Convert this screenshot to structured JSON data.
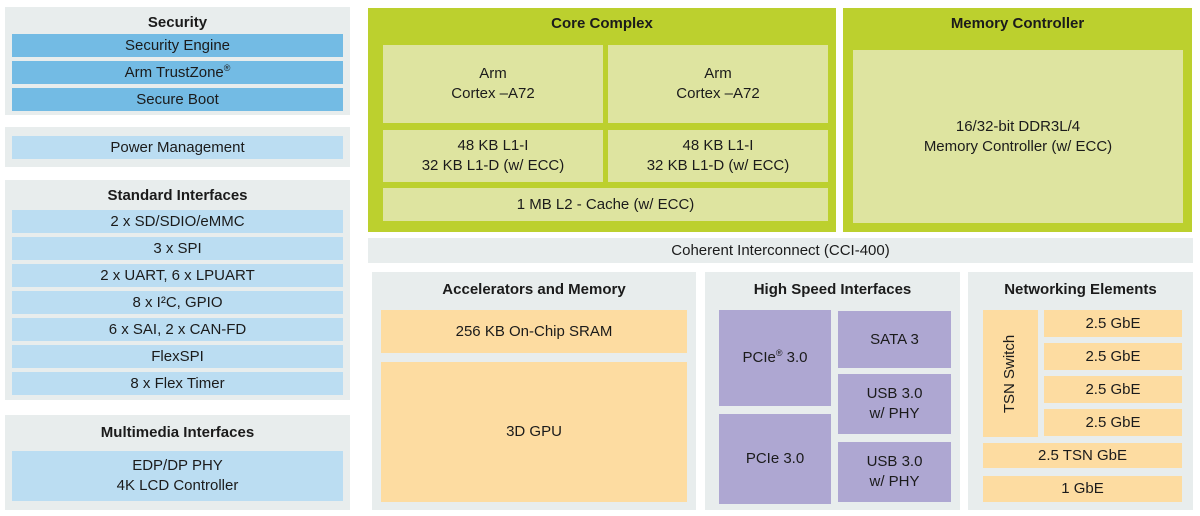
{
  "colors": {
    "panel": "#e8eded",
    "blue": "#73bbe4",
    "lblue": "#bbddf2",
    "green": "#bcd02e",
    "pgreen": "#dee4a0",
    "orange": "#fddca1",
    "purple": "#aea7d2",
    "ink": "#1b1b1b"
  },
  "security": {
    "title": "Security",
    "engine": "Security Engine",
    "trustzone": "Arm TrustZone",
    "trustzone_sup": "®",
    "secure_boot": "Secure Boot"
  },
  "power": {
    "label": "Power Management"
  },
  "standard": {
    "title": "Standard Interfaces",
    "items": [
      "2 x SD/SDIO/eMMC",
      "3 x SPI",
      "2 x UART, 6 x LPUART",
      "8 x I²C, GPIO",
      "6 x SAI, 2 x CAN-FD",
      "FlexSPI",
      "8 x Flex Timer"
    ]
  },
  "multimedia": {
    "title": "Multimedia Interfaces",
    "phy_lcd": "EDP/DP PHY\n4K LCD Controller"
  },
  "core_complex": {
    "title": "Core Complex",
    "cpu": "Arm\nCortex –A72",
    "l1": "48 KB L1-I\n32 KB L1-D (w/ ECC)",
    "l2": "1 MB L2 - Cache (w/ ECC)"
  },
  "memory_controller": {
    "title": "Memory Controller",
    "ddr": "16/32-bit DDR3L/4\nMemory Controller (w/ ECC)"
  },
  "interconnect": {
    "label": "Coherent Interconnect (CCI-400)"
  },
  "accelerators": {
    "title": "Accelerators and Memory",
    "sram": "256 KB On-Chip SRAM",
    "gpu": "3D GPU"
  },
  "high_speed": {
    "title": "High Speed Interfaces",
    "pcie1": "PCIe",
    "pcie1_sup": "®",
    "pcie1_post": " 3.0",
    "pcie2": "PCIe 3.0",
    "sata": "SATA 3",
    "usb": "USB 3.0\nw/ PHY"
  },
  "networking": {
    "title": "Networking Elements",
    "tsn_switch": "TSN Switch",
    "gbe": [
      "2.5 GbE",
      "2.5 GbE",
      "2.5 GbE",
      "2.5 GbE"
    ],
    "tsn_gbe": "2.5 TSN GbE",
    "one_gbe": "1 GbE"
  }
}
